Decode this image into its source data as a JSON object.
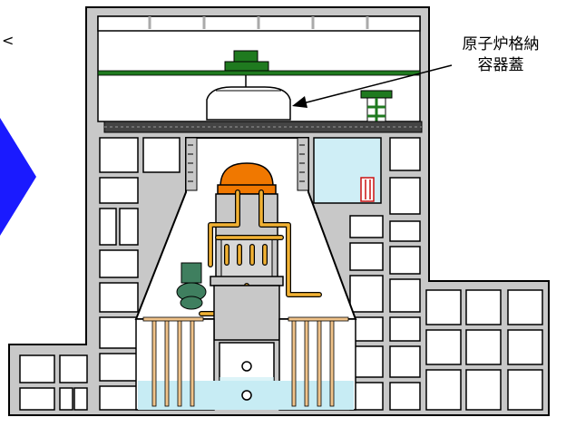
{
  "callout": {
    "line1": "原子炉格納",
    "line2": "容器蓋"
  },
  "labels": {
    "left_edge_mark": "<",
    "porthole_symbol": "o"
  },
  "colors": {
    "wall_gray": "#c8c8c8",
    "outline": "#000000",
    "crane_green": "#1f7a1f",
    "pipe_orange": "#f2b233",
    "rpv_head_orange": "#f07800",
    "water_blue": "#c7ecf4",
    "pool_cyan": "#cfeef6",
    "arrow_blue": "#1a1aff",
    "pipe_green": "#3f7f5f",
    "rod_tan": "#f0c38a",
    "cap_red": "#cc1111"
  }
}
